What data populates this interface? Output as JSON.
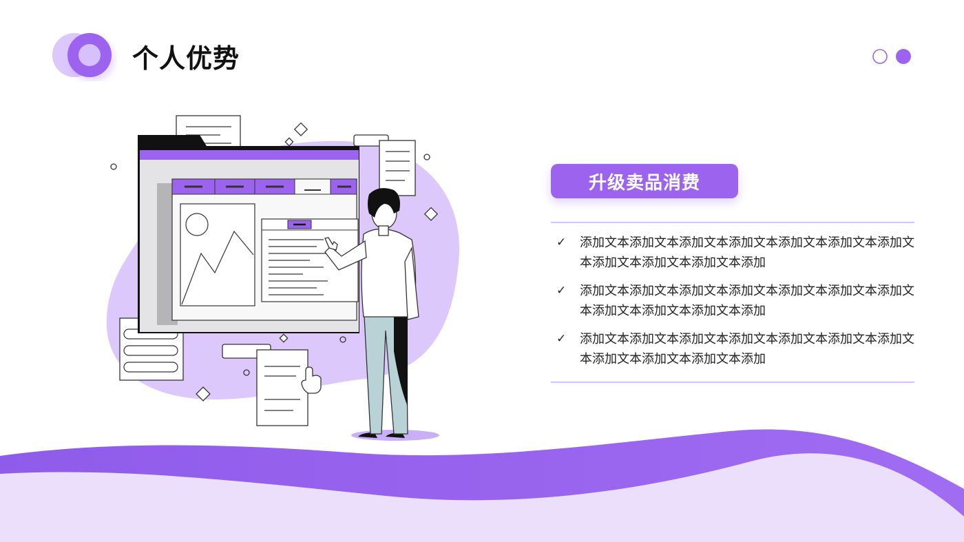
{
  "header": {
    "title": "个人优势",
    "logo_icon": "double-ring-icon"
  },
  "pager": {
    "dots": [
      "outline-dot-icon",
      "filled-dot-icon"
    ]
  },
  "illustration": {
    "subject": "man-pointing-at-dashboard-screen-icon"
  },
  "content": {
    "heading": "升级卖品消费",
    "bullets": [
      {
        "icon": "checkmark-icon",
        "mark": "✓",
        "text": "添加文本添加文本添加文本添加文本添加文本添加文本添加文本添加文本添加文本添加文本添加"
      },
      {
        "icon": "checkmark-icon",
        "mark": "✓",
        "text": "添加文本添加文本添加文本添加文本添加文本添加文本添加文本添加文本添加文本添加文本添加"
      },
      {
        "icon": "checkmark-icon",
        "mark": "✓",
        "text": "添加文本添加文本添加文本添加文本添加文本添加文本添加文本添加文本添加文本添加文本添加"
      }
    ]
  },
  "colors": {
    "accent": "#9b63ee",
    "accent_light": "#e6d8fb",
    "wave_light": "#ebdffb",
    "text": "#222222"
  }
}
